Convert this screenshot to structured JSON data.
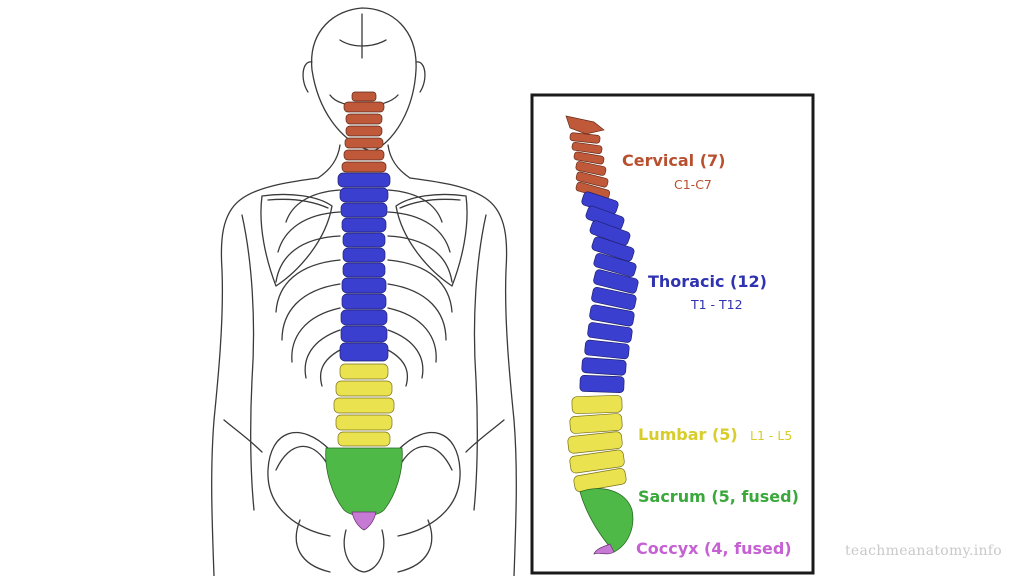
{
  "colors": {
    "cervical": "#c0583a",
    "thoracic": "#3b3fd0",
    "lumbar": "#eae24e",
    "sacrum": "#4fb948",
    "coccyx": "#c77ad4",
    "outline": "#3a3a3a",
    "frame": "#1a1a1a"
  },
  "regions": {
    "cervical": {
      "name": "Cervical (7)",
      "range": "C1-C7",
      "color": "#b8502f"
    },
    "thoracic": {
      "name": "Thoracic (12)",
      "range": "T1 - T12",
      "color": "#3033b0"
    },
    "lumbar": {
      "name": "Lumbar (5)",
      "range": "L1 - L5",
      "color": "#d8cd2a"
    },
    "sacrum": {
      "name": "Sacrum (5, fused)",
      "color": "#3aa83a"
    },
    "coccyx": {
      "name": "Coccyx (4, fused)",
      "color": "#c561d3"
    }
  },
  "watermark": "teachmeanatomy.info"
}
